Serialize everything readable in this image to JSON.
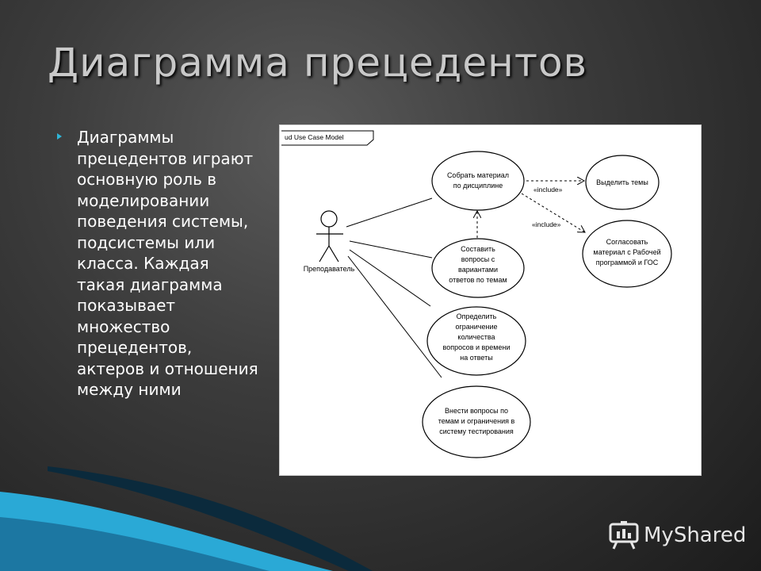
{
  "slide": {
    "title": "Диаграмма прецедентов",
    "bullet_text": "Диаграммы прецедентов играют основную роль в моделировании поведения системы, подсистемы или класса. Каждая такая диаграмма показывает множество прецедентов, актеров и отношения между ними"
  },
  "diagram": {
    "frame_label": "ud Use Case Model",
    "actor": "Преподаватель",
    "use_cases": [
      [
        "Собрать материал",
        "по дисциплине"
      ],
      [
        "Составить",
        "вопросы с",
        "вариантами",
        "ответов по темам"
      ],
      [
        "Определить",
        "ограничение",
        "количества",
        "вопросов и времени",
        "на ответы"
      ],
      [
        "Внести вопросы по",
        "темам и ограничения в",
        "систему тестирования"
      ],
      [
        "Выделить темы"
      ],
      [
        "Согласовать",
        "материал с Рабочей",
        "программой и ГОС"
      ]
    ],
    "include_label": "«include»"
  },
  "watermark": {
    "text": "MyShared",
    "icon": "presentation-board-icon"
  },
  "colors": {
    "bullet": "#2fb6d8",
    "wave_light": "#2aa9d6",
    "wave_dark": "#0b2a3c"
  }
}
